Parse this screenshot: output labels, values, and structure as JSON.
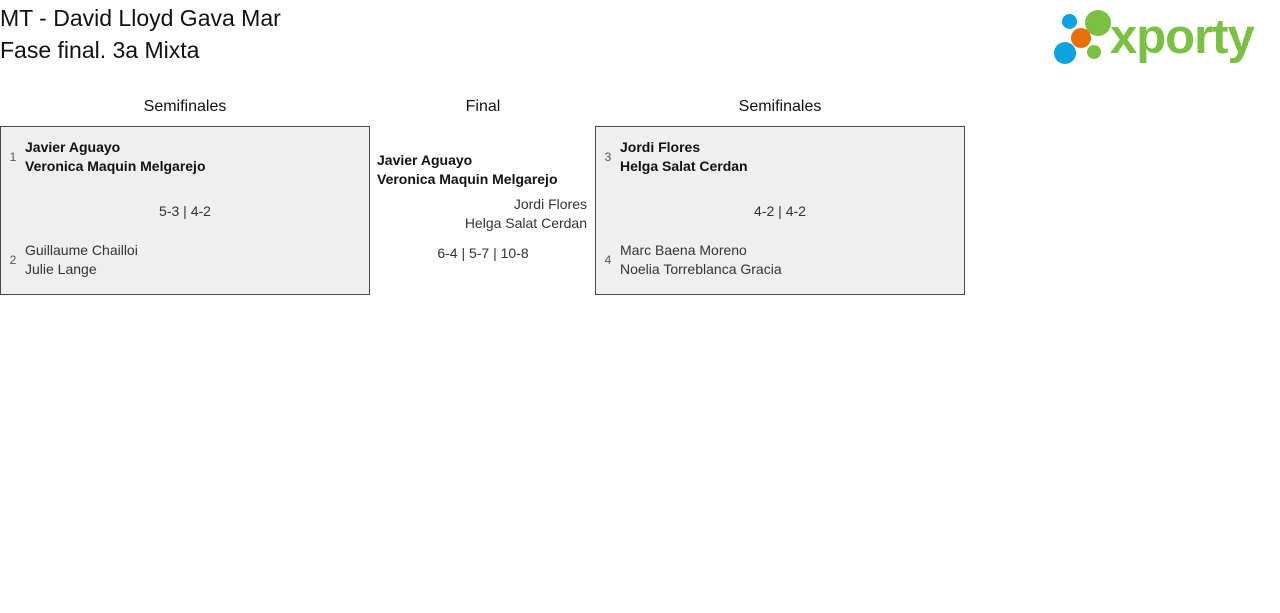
{
  "header": {
    "title_line1": "MT - David Lloyd Gava Mar",
    "title_line2": "Fase final. 3a Mixta",
    "logo": {
      "wordmark": "xporty",
      "colors": {
        "green": "#7ac143",
        "blue": "#0aa3e0",
        "orange": "#e8700a"
      }
    }
  },
  "bracket": {
    "rounds": [
      {
        "label": "Semifinales",
        "side": "left"
      },
      {
        "label": "Final",
        "side": "center"
      },
      {
        "label": "Semifinales",
        "side": "right"
      }
    ],
    "matches": {
      "semifinal_left": {
        "score": "5-3 | 4-2",
        "top": {
          "seed": "1",
          "player1": "Javier Aguayo",
          "player2": "Veronica Maquin Melgarejo",
          "result": "winner"
        },
        "bottom": {
          "seed": "2",
          "player1": "Guillaume Chailloi",
          "player2": "Julie Lange",
          "result": "loser"
        }
      },
      "semifinal_right": {
        "score": "4-2 | 4-2",
        "top": {
          "seed": "3",
          "player1": "Jordi Flores",
          "player2": "Helga Salat Cerdan",
          "result": "winner"
        },
        "bottom": {
          "seed": "4",
          "player1": "Marc Baena Moreno",
          "player2": "Noelia Torreblanca Gracia",
          "result": "loser"
        }
      },
      "final": {
        "score": "6-4 | 5-7 | 10-8",
        "top": {
          "player1": "Javier Aguayo",
          "player2": "Veronica Maquin Melgarejo",
          "result": "winner"
        },
        "bottom": {
          "player1": "Jordi Flores",
          "player2": "Helga Salat Cerdan",
          "result": "loser"
        }
      }
    }
  }
}
